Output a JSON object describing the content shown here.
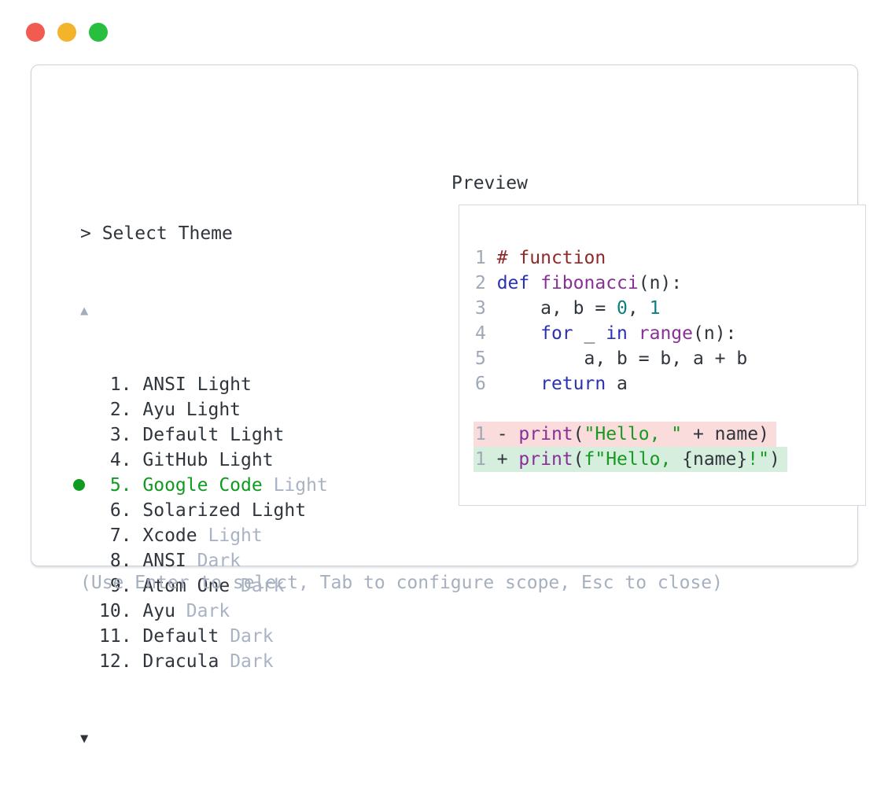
{
  "window": {
    "traffic_lights": [
      {
        "name": "close",
        "color": "#f15b50"
      },
      {
        "name": "minimize",
        "color": "#f3b32b"
      },
      {
        "name": "zoom",
        "color": "#28bf3f"
      }
    ]
  },
  "palette": {
    "prompt_label": "> Select Theme",
    "scroll_up_icon": "▲",
    "scroll_down_icon": "▼",
    "items": [
      {
        "num": "1.",
        "base": "ANSI Light",
        "suffix": "",
        "selected": false
      },
      {
        "num": "2.",
        "base": "Ayu Light",
        "suffix": "",
        "selected": false
      },
      {
        "num": "3.",
        "base": "Default Light",
        "suffix": "",
        "selected": false
      },
      {
        "num": "4.",
        "base": "GitHub Light",
        "suffix": "",
        "selected": false
      },
      {
        "num": "5.",
        "base": "Google Code",
        "suffix": "Light",
        "selected": true
      },
      {
        "num": "6.",
        "base": "Solarized Light",
        "suffix": "",
        "selected": false
      },
      {
        "num": "7.",
        "base": "Xcode",
        "suffix": "Light",
        "selected": false
      },
      {
        "num": "8.",
        "base": "ANSI",
        "suffix": "Dark",
        "selected": false
      },
      {
        "num": "9.",
        "base": "Atom One",
        "suffix": "Dark",
        "selected": false
      },
      {
        "num": "10.",
        "base": "Ayu",
        "suffix": "Dark",
        "selected": false
      },
      {
        "num": "11.",
        "base": "Default",
        "suffix": "Dark",
        "selected": false
      },
      {
        "num": "12.",
        "base": "Dracula",
        "suffix": "Dark",
        "selected": false
      }
    ],
    "hint": "(Use Enter to select, Tab to configure scope, Esc to close)"
  },
  "preview": {
    "label": "Preview",
    "lines": [
      {
        "ln": "1",
        "diff": null,
        "tokens": [
          {
            "c": "com",
            "t": "# function"
          }
        ]
      },
      {
        "ln": "2",
        "diff": null,
        "tokens": [
          {
            "c": "kwd",
            "t": "def"
          },
          {
            "c": "pln",
            "t": " "
          },
          {
            "c": "typ",
            "t": "fibonacci"
          },
          {
            "c": "pln",
            "t": "(n):"
          }
        ]
      },
      {
        "ln": "3",
        "diff": null,
        "tokens": [
          {
            "c": "pln",
            "t": "    a, b = "
          },
          {
            "c": "lit",
            "t": "0"
          },
          {
            "c": "pln",
            "t": ", "
          },
          {
            "c": "lit",
            "t": "1"
          }
        ]
      },
      {
        "ln": "4",
        "diff": null,
        "tokens": [
          {
            "c": "pln",
            "t": "    "
          },
          {
            "c": "kwd",
            "t": "for"
          },
          {
            "c": "pln",
            "t": " _ "
          },
          {
            "c": "kwd",
            "t": "in"
          },
          {
            "c": "pln",
            "t": " "
          },
          {
            "c": "typ",
            "t": "range"
          },
          {
            "c": "pln",
            "t": "(n):"
          }
        ]
      },
      {
        "ln": "5",
        "diff": null,
        "tokens": [
          {
            "c": "pln",
            "t": "        a, b = b, a + b"
          }
        ]
      },
      {
        "ln": "6",
        "diff": null,
        "tokens": [
          {
            "c": "pln",
            "t": "    "
          },
          {
            "c": "kwd",
            "t": "return"
          },
          {
            "c": "pln",
            "t": " a"
          }
        ]
      },
      {
        "ln": "",
        "diff": null,
        "tokens": []
      },
      {
        "ln": "1",
        "diff": "del",
        "tokens": [
          {
            "c": "pln",
            "t": "- "
          },
          {
            "c": "typ",
            "t": "print"
          },
          {
            "c": "pln",
            "t": "("
          },
          {
            "c": "str",
            "t": "\"Hello, \""
          },
          {
            "c": "pln",
            "t": " + name)"
          }
        ]
      },
      {
        "ln": "1",
        "diff": "add",
        "tokens": [
          {
            "c": "pln",
            "t": "+ "
          },
          {
            "c": "typ",
            "t": "print"
          },
          {
            "c": "pln",
            "t": "("
          },
          {
            "c": "str",
            "t": "f\"Hello, "
          },
          {
            "c": "pln",
            "t": "{name}"
          },
          {
            "c": "str",
            "t": "!\""
          },
          {
            "c": "pln",
            "t": ")"
          }
        ]
      }
    ]
  },
  "colors": {
    "selection_green": "#0f9b20",
    "muted_gray": "#a9b3c3",
    "text_dark": "#30353c",
    "comment_red": "#8f2a2a",
    "keyword_blue": "#2a32b3",
    "function_purple": "#8a2f98",
    "literal_teal": "#0d7f80",
    "string_green": "#169a1f",
    "diff_removed_bg": "#fadcdc",
    "diff_added_bg": "#d5eedd",
    "panel_border": "#cdd2d9"
  }
}
